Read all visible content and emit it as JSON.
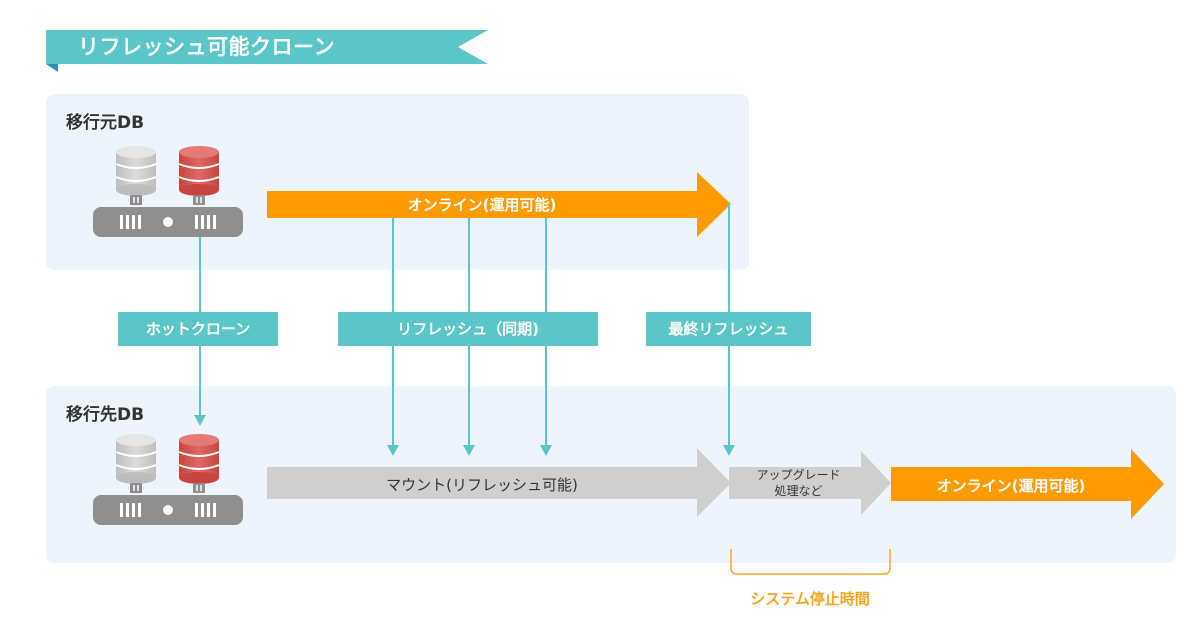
{
  "title": "リフレッシュ可能クローン",
  "source": {
    "label": "移行元DB"
  },
  "target": {
    "label": "移行先DB"
  },
  "steps": {
    "hot_clone": "ホットクローン",
    "refresh": "リフレッシュ（同期)",
    "final_refresh": "最終リフレッシュ"
  },
  "arrows": {
    "source_online": "オンライン(運用可能)",
    "mount": "マウント(リフレッシュ可能)",
    "upgrade_line1": "アップグレード",
    "upgrade_line2": "処理など",
    "target_online": "オンライン(運用可能)"
  },
  "downtime_label": "システム停止時間",
  "colors": {
    "teal": "#5bc6c8",
    "orange": "#ff9a00",
    "gray_arrow": "#cfcfcf",
    "panel_bg": "#eef4fb",
    "db_gray": "#c9c9c9",
    "db_red": "#d9534f",
    "server_gray": "#8f8f8f",
    "downtime": "#f5a623"
  }
}
